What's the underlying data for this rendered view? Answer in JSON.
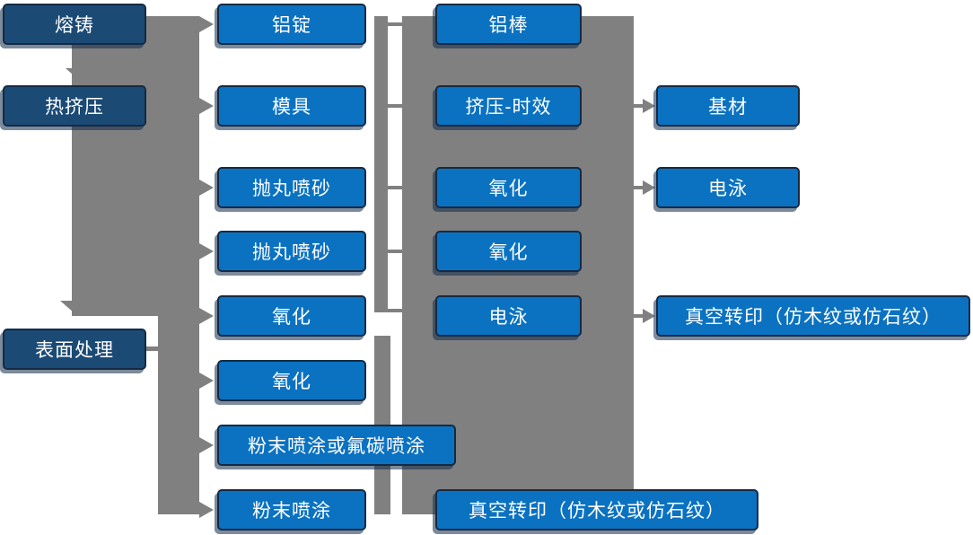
{
  "flowchart": {
    "colors": {
      "node_fill": "#0B72C1",
      "node_dark_fill": "#1B4A75",
      "node_border": "#152A44",
      "node_text": "#FFFFFF",
      "connector_gray": "#808080",
      "background": "#FFFFFF"
    },
    "nodes": [
      {
        "id": "melt-casting",
        "label": "熔铸",
        "variant": "dark"
      },
      {
        "id": "hot-extrusion",
        "label": "热挤压",
        "variant": "dark"
      },
      {
        "id": "surface-treatment",
        "label": "表面处理",
        "variant": "dark"
      },
      {
        "id": "aluminum-ingot",
        "label": "铝锭",
        "variant": "blue"
      },
      {
        "id": "mold",
        "label": "模具",
        "variant": "blue"
      },
      {
        "id": "shot-blasting-1",
        "label": "抛丸喷砂",
        "variant": "blue"
      },
      {
        "id": "shot-blasting-2",
        "label": "抛丸喷砂",
        "variant": "blue"
      },
      {
        "id": "oxidation-1",
        "label": "氧化",
        "variant": "blue"
      },
      {
        "id": "oxidation-2",
        "label": "氧化",
        "variant": "blue"
      },
      {
        "id": "powder-or-fluorocarbon-coating",
        "label": "粉末喷涂或氟碳喷涂",
        "variant": "blue"
      },
      {
        "id": "powder-coating",
        "label": "粉末喷涂",
        "variant": "blue"
      },
      {
        "id": "aluminum-rod",
        "label": "铝棒",
        "variant": "blue"
      },
      {
        "id": "extrusion-aging",
        "label": "挤压-时效",
        "variant": "blue"
      },
      {
        "id": "oxidation-3",
        "label": "氧化",
        "variant": "blue"
      },
      {
        "id": "oxidation-4",
        "label": "氧化",
        "variant": "blue"
      },
      {
        "id": "electrophoresis-1",
        "label": "电泳",
        "variant": "blue"
      },
      {
        "id": "vacuum-transfer-print-1",
        "label": "真空转印（仿木纹或仿石纹）",
        "variant": "blue"
      },
      {
        "id": "base-material",
        "label": "基材",
        "variant": "blue"
      },
      {
        "id": "electrophoresis-2",
        "label": "电泳",
        "variant": "blue"
      },
      {
        "id": "vacuum-transfer-print-2",
        "label": "真空转印（仿木纹或仿石纹）",
        "variant": "blue"
      }
    ]
  }
}
